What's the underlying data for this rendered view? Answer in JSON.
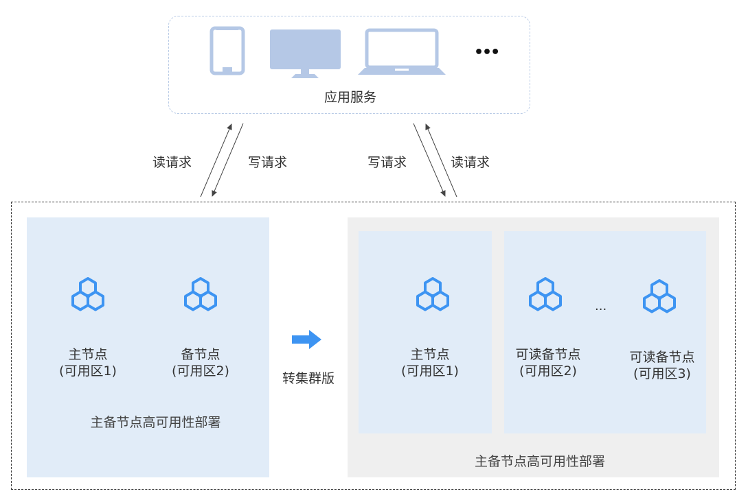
{
  "top_box": {
    "title": "应用服务",
    "devices": [
      "phone-icon",
      "monitor-icon",
      "laptop-icon",
      "more-icon"
    ],
    "more_glyph": "•••"
  },
  "arrows": {
    "left_read": "读请求",
    "left_write": "写请求",
    "right_write": "写请求",
    "right_read": "读请求"
  },
  "left_panel": {
    "nodes": [
      {
        "name": "主节点",
        "zone": "(可用区1)"
      },
      {
        "name": "备节点",
        "zone": "(可用区2)"
      }
    ],
    "caption": "主备节点高可用性部署"
  },
  "transition": {
    "label": "转集群版"
  },
  "right_panel": {
    "primary": {
      "name": "主节点",
      "zone": "(可用区1)"
    },
    "replicas": [
      {
        "name": "可读备节点",
        "zone": "(可用区2)"
      },
      {
        "name": "可读备节点",
        "zone": "(可用区3)"
      }
    ],
    "ellipsis": "...",
    "caption": "主备节点高可用性部署"
  },
  "colors": {
    "node_icon": "#3d94f2",
    "device_icon": "#b5c8e6",
    "panel_blue": "#e1ecf8",
    "panel_gray": "#efefef",
    "transition_arrow": "#3d94f2"
  }
}
